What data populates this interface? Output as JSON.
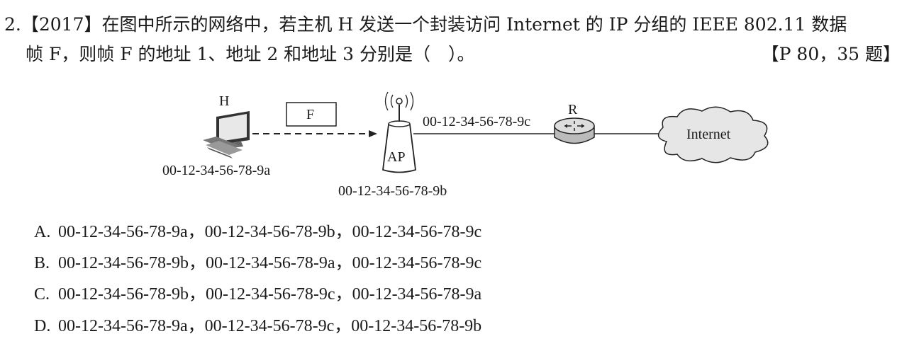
{
  "question": {
    "number": "2.",
    "year_tag": "【2017】",
    "line1": "在图中所示的网络中，若主机 H 发送一个封装访问 Internet 的 IP 分组的 IEEE 802.11 数据",
    "line2": "帧 F，则帧 F 的地址 1、地址 2 和地址 3 分别是（　）。",
    "source": "【P 80，35 题】"
  },
  "diagram": {
    "host_label": "H",
    "host_mac": "00-12-34-56-78-9a",
    "frame_label": "F",
    "ap_label": "AP",
    "ap_mac": "00-12-34-56-78-9b",
    "router_label": "R",
    "router_mac": "00-12-34-56-78-9c",
    "cloud_label": "Internet"
  },
  "options": [
    {
      "letter": "A.",
      "text": "00-12-34-56-78-9a，00-12-34-56-78-9b，00-12-34-56-78-9c"
    },
    {
      "letter": "B.",
      "text": "00-12-34-56-78-9b，00-12-34-56-78-9a，00-12-34-56-78-9c"
    },
    {
      "letter": "C.",
      "text": "00-12-34-56-78-9b，00-12-34-56-78-9c，00-12-34-56-78-9a"
    },
    {
      "letter": "D.",
      "text": "00-12-34-56-78-9a，00-12-34-56-78-9c，00-12-34-56-78-9b"
    }
  ]
}
